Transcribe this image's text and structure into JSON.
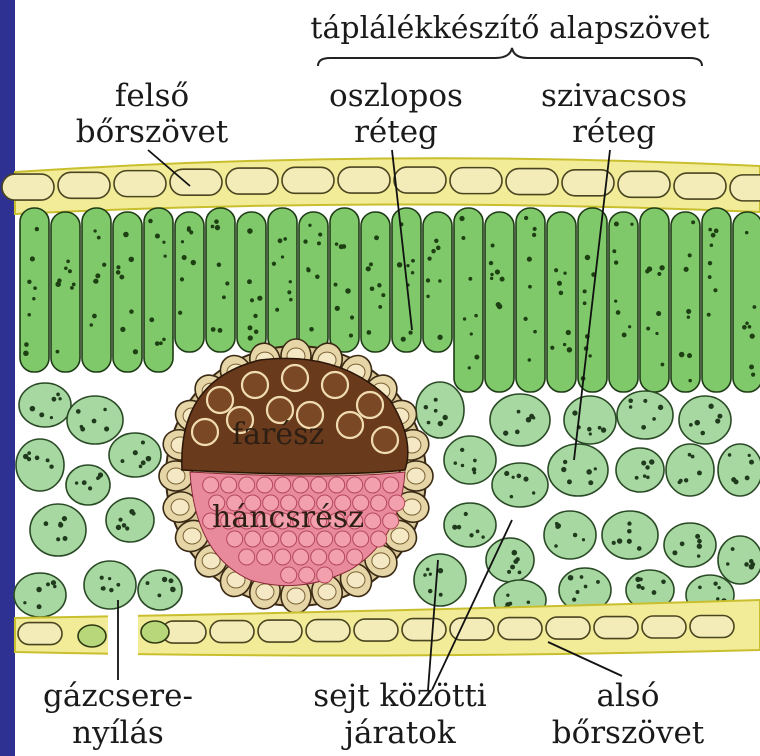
{
  "title": "táplálékkészítő alapszövet",
  "labels": {
    "upper_epidermis": [
      "felső",
      "bőrszövet"
    ],
    "palisade_layer": [
      "oszlopos",
      "réteg"
    ],
    "spongy_layer": [
      "szivacsos",
      "réteg"
    ],
    "xylem": "farész",
    "phloem": "háncsrész",
    "stoma": [
      "gázcsere-",
      "nyílás"
    ],
    "intercellular_spaces": [
      "sejt közötti",
      "járatok"
    ],
    "lower_epidermis": [
      "alsó",
      "bőrszövet"
    ]
  },
  "colors": {
    "side_bar": "#2e3192",
    "epidermis": "#f2ec98",
    "epidermis_border": "#d6cd3a",
    "palisade": "#7fc96b",
    "spongy": "#a8d8a2",
    "xylem": "#6a3a1c",
    "phloem": "#e87a8e",
    "sheath": "#e6d5a6"
  }
}
